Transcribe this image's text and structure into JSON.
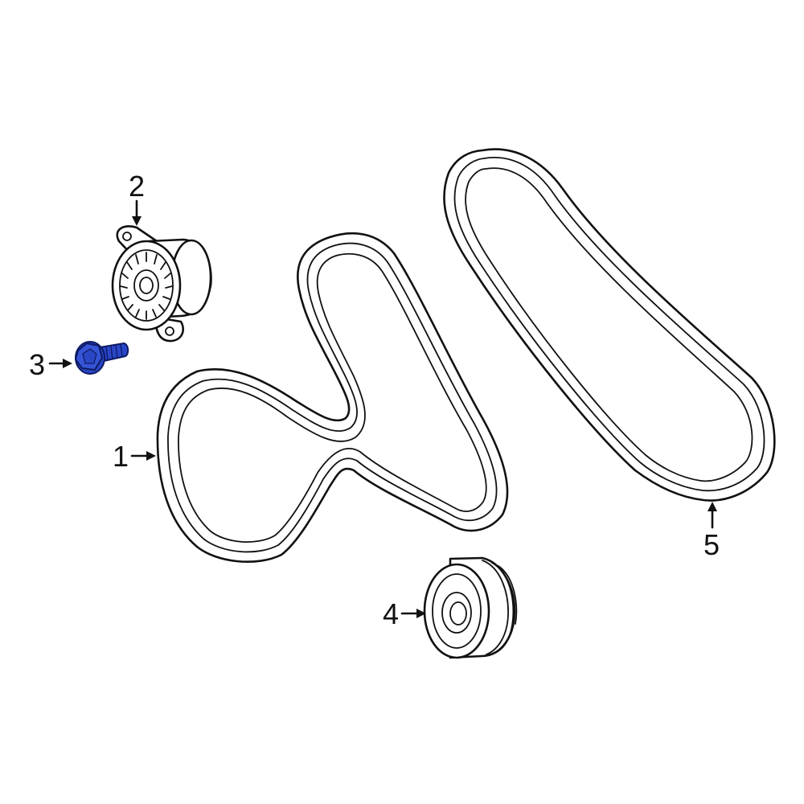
{
  "callouts": [
    {
      "id": "1",
      "label": "1"
    },
    {
      "id": "2",
      "label": "2"
    },
    {
      "id": "3",
      "label": "3"
    },
    {
      "id": "4",
      "label": "4"
    },
    {
      "id": "5",
      "label": "5"
    }
  ],
  "colors": {
    "line": "#111111",
    "background": "#ffffff",
    "highlight_fill": "#2946c8",
    "highlight_stroke": "#0d1a63"
  },
  "highlighted_part": "3"
}
